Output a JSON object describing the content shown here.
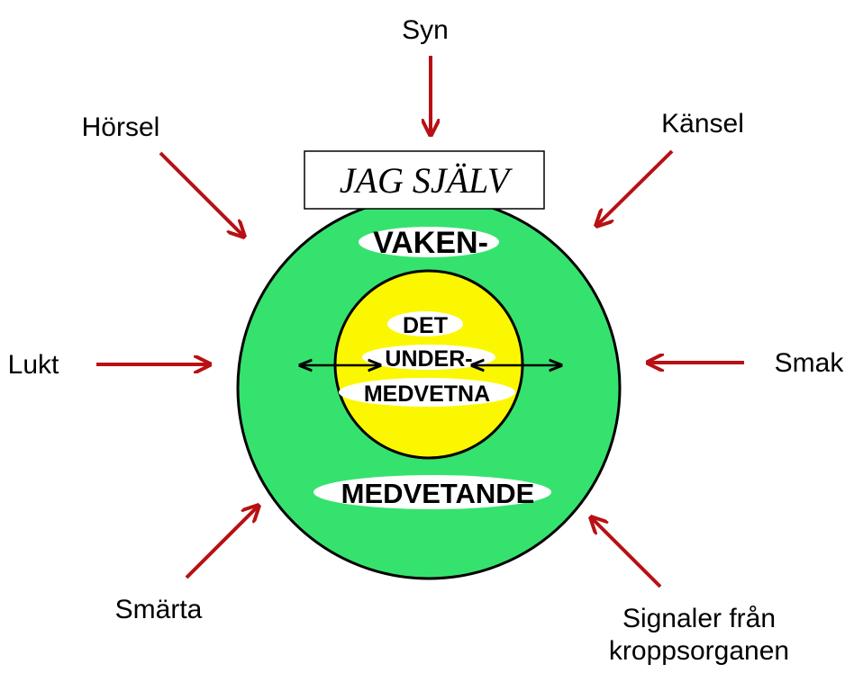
{
  "colors": {
    "outer_circle": "#36e26e",
    "inner_circle": "#fbf700",
    "arrow": "#b81014",
    "pill": "#ffffff",
    "stroke": "#000000"
  },
  "title": "JAG SJÄLV",
  "outer_labels": {
    "top": "VAKEN-",
    "bottom": "MEDVETANDE"
  },
  "inner_labels": {
    "line1": "DET",
    "line2": "UNDER-",
    "line3": "MEDVETNA"
  },
  "senses": {
    "syn": "Syn",
    "horsel": "Hörsel",
    "kansel": "Känsel",
    "lukt": "Lukt",
    "smak": "Smak",
    "smarta": "Smärta",
    "signaler_line1": "Signaler från",
    "signaler_line2": "kroppsorganen"
  }
}
